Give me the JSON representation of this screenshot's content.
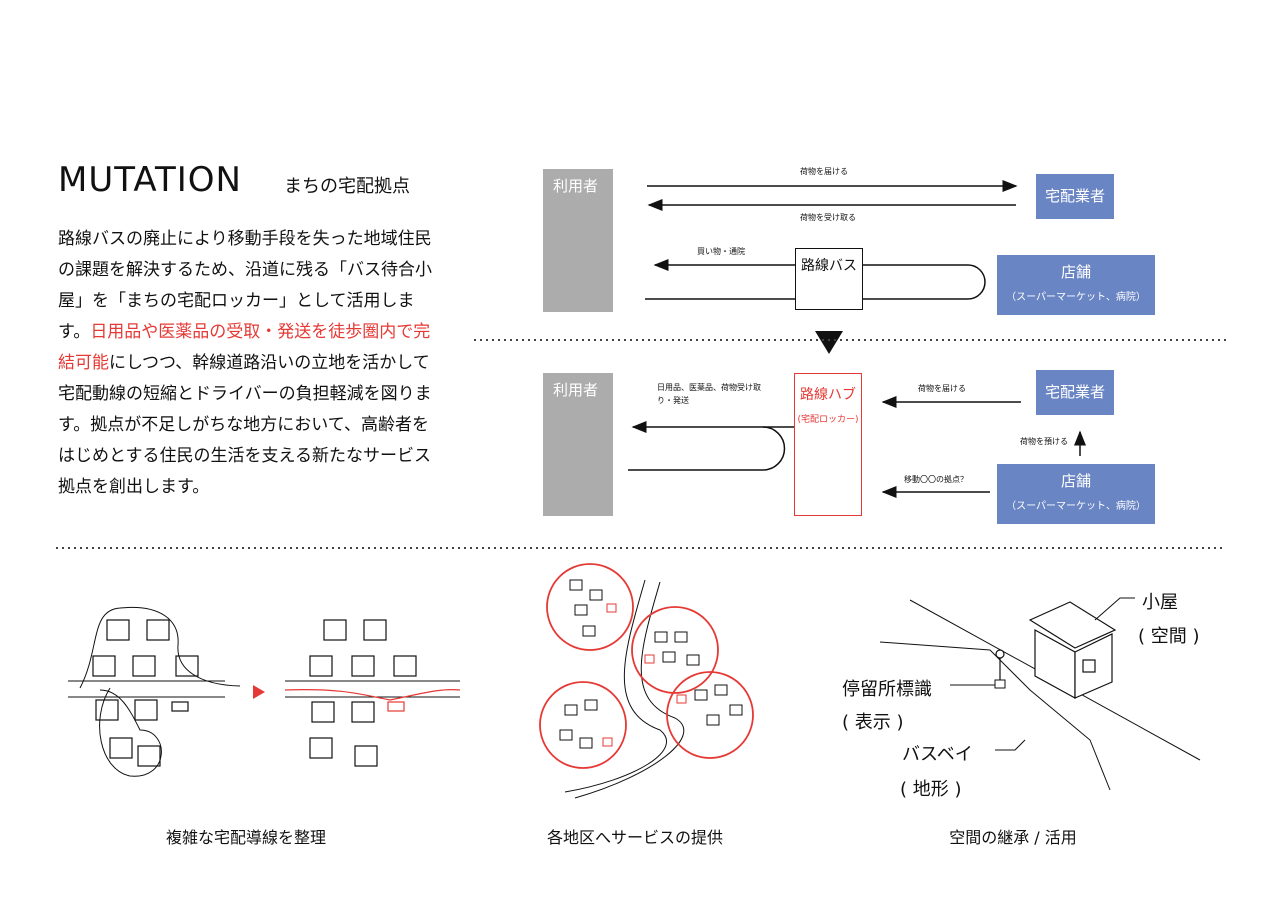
{
  "header": {
    "title": "MUTATION",
    "subtitle": "まちの宅配拠点"
  },
  "description": {
    "part1": "路線バスの廃止により移動手段を失った地域住民の課題を解決するため、沿道に残る「バス待合小屋」を「まちの宅配ロッカー」として活用します。",
    "highlight": "日用品や医薬品の受取・発送を徒歩圏内で完結可能",
    "part2": "にしつつ、幹線道路沿いの立地を活かして宅配動線の短縮とドライバーの負担軽減を図ります。拠点が不足しがちな地方において、高齢者をはじめとする住民の生活を支える新たなサービス拠点を創出します。"
  },
  "diagram_before": {
    "user": "利用者",
    "courier": "宅配業者",
    "deliver": "荷物を届ける",
    "receive": "荷物を受け取る",
    "shopping": "買い物・通院",
    "bus": "路線バス",
    "store": "店舗",
    "store_sub": "（スーパーマーケット、病院）"
  },
  "diagram_after": {
    "user": "利用者",
    "hub": "路線ハブ",
    "hub_sub": "(宅配ロッカー)",
    "hub_flow": "日用品、医薬品、荷物受け取り・発送",
    "courier": "宅配業者",
    "deliver": "荷物を届ける",
    "entrust": "荷物を預ける",
    "store": "店舗",
    "store_sub": "（スーパーマーケット、病院）",
    "mobile": "移動〇〇の拠点？"
  },
  "illustrations": {
    "caption1": "複雑な宅配導線を整理",
    "caption2": "各地区へサービスの提供",
    "caption3": "空間の継承 / 活用",
    "label_hut": "小屋",
    "label_space": "( 空間 )",
    "label_sign": "停留所標識",
    "label_display": "( 表示 )",
    "label_busbay": "バスベイ",
    "label_terrain": "( 地形 )"
  },
  "colors": {
    "accent_red": "#e53935",
    "box_blue": "#6a85c4",
    "box_gray": "#acacac"
  }
}
